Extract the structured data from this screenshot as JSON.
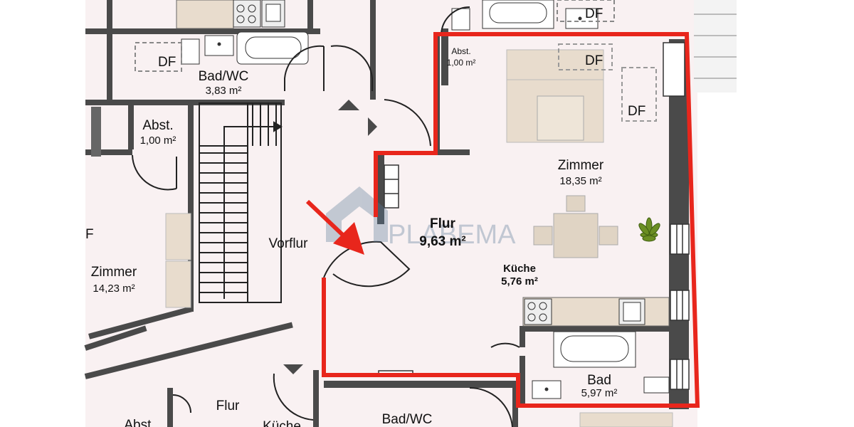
{
  "rooms": {
    "bad_wc_top": {
      "name": "Bad/WC",
      "area": "3,83 m²"
    },
    "abst_left": {
      "name": "Abst.",
      "area": "1,00 m²"
    },
    "abst_small": {
      "name": "Abst.",
      "area": "1,00 m²"
    },
    "zimmer_left": {
      "name": "Zimmer",
      "area": "14,23 m²"
    },
    "vorflur": {
      "name": "Vorflur"
    },
    "flur": {
      "name": "Flur",
      "area": "9,63 m²"
    },
    "zimmer_main": {
      "name": "Zimmer",
      "area": "18,35 m²"
    },
    "kueche": {
      "name": "Küche",
      "area": "5,76 m²"
    },
    "bad": {
      "name": "Bad",
      "area": "5,97 m²"
    },
    "flur_bottom": {
      "name": "Flur"
    },
    "abst_bottom": {
      "name": "Abst."
    },
    "kueche_bottom": {
      "name": "Küche"
    },
    "bad_wc_bottom": {
      "name": "Bad/WC"
    }
  },
  "markers": {
    "df": "DF",
    "df_partial": "F"
  },
  "watermark": "PLABEMA",
  "colors": {
    "highlight": "#e8261c",
    "wall": "#4a4a4a",
    "floor": "#f9f1f2",
    "furniture": "#e8dccd"
  }
}
